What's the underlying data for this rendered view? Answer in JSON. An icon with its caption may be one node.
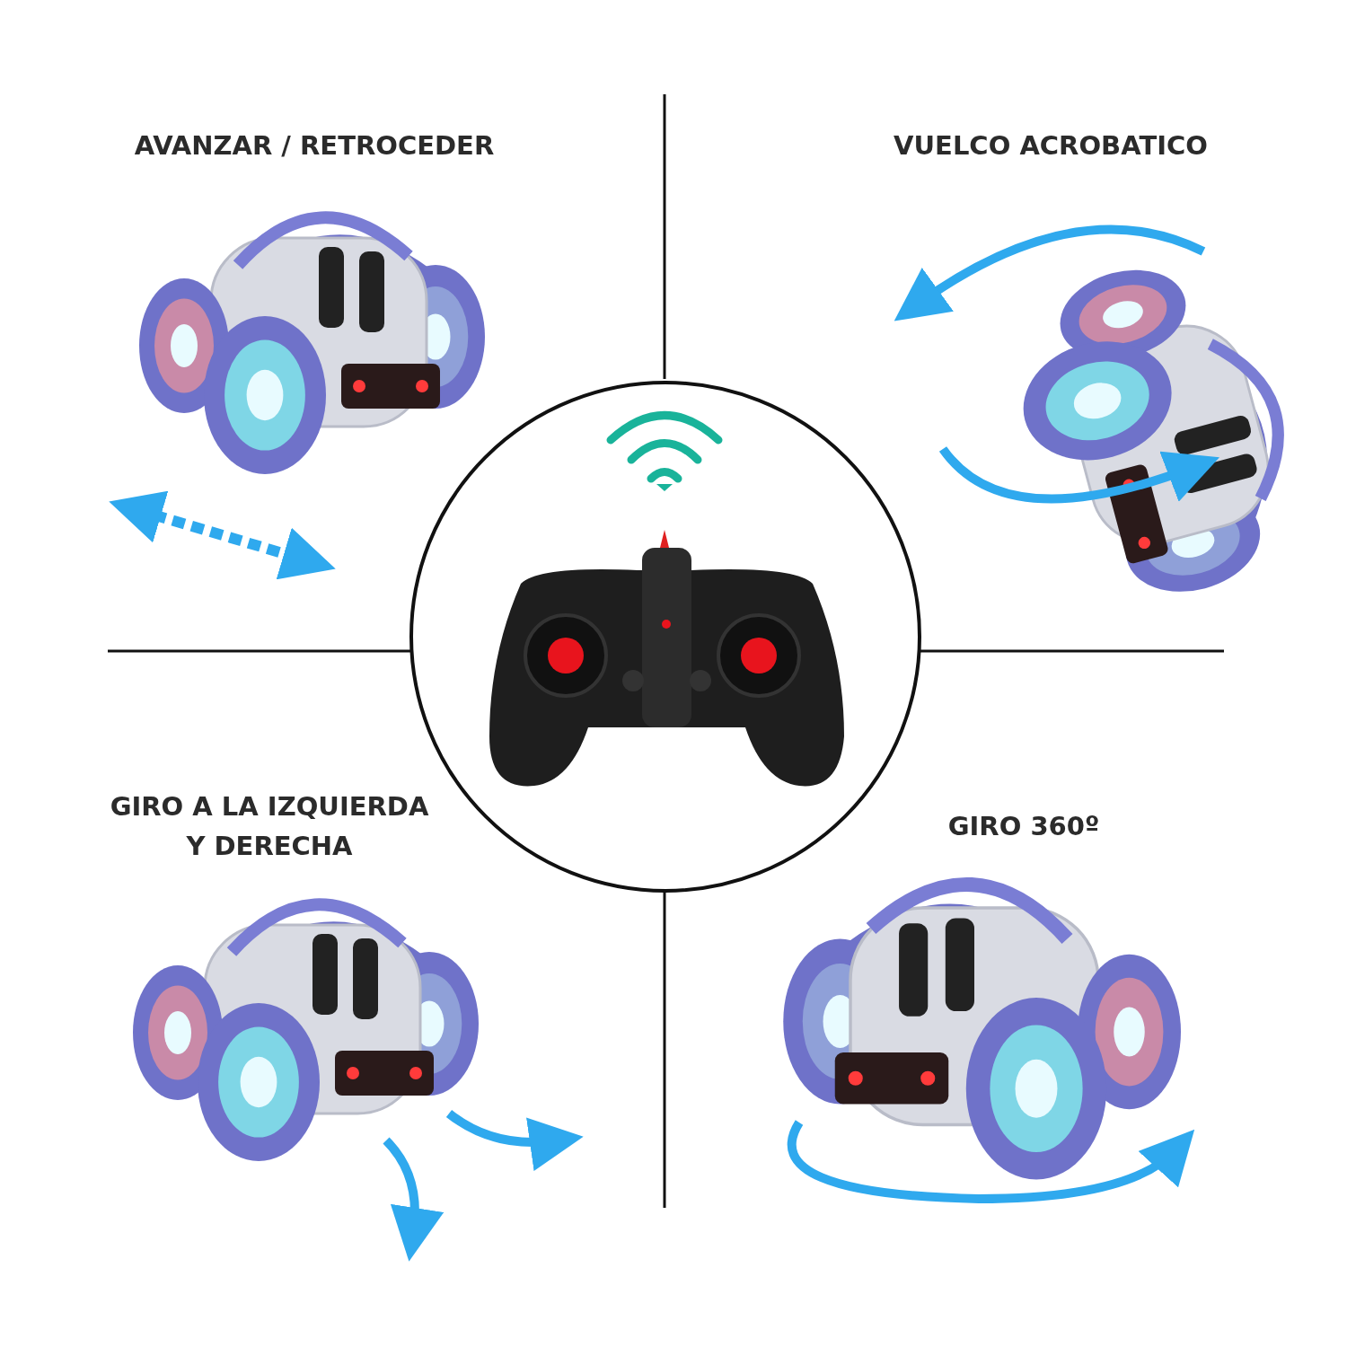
{
  "diagram": {
    "labels": [
      "AVANZAR / RETROCEDER",
      "VUELCO ACROBATICO",
      "GIRO A LA IZQUIERDA Y DERECHA",
      "GIRO 360º"
    ]
  }
}
